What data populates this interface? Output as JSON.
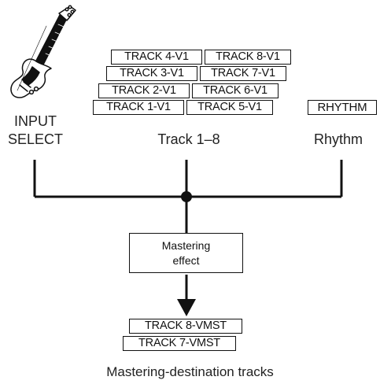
{
  "input": {
    "line1": "INPUT",
    "line2": "SELECT"
  },
  "tracks": {
    "caption": "Track 1–8",
    "left_stack": [
      "TRACK 4-V1",
      "TRACK 3-V1",
      "TRACK 2-V1",
      "TRACK 1-V1"
    ],
    "right_stack": [
      "TRACK 8-V1",
      "TRACK 7-V1",
      "TRACK 6-V1",
      "TRACK 5-V1"
    ]
  },
  "rhythm": {
    "box": "RHYTHM",
    "caption": "Rhythm"
  },
  "mastering": {
    "line1": "Mastering",
    "line2": "effect"
  },
  "destination": {
    "tracks": [
      "TRACK 8-VMST",
      "TRACK 7-VMST"
    ],
    "caption": "Mastering-destination tracks"
  },
  "icons": {
    "input": "electric-guitar-icon"
  },
  "colors": {
    "line": "#111111",
    "background": "#ffffff"
  }
}
